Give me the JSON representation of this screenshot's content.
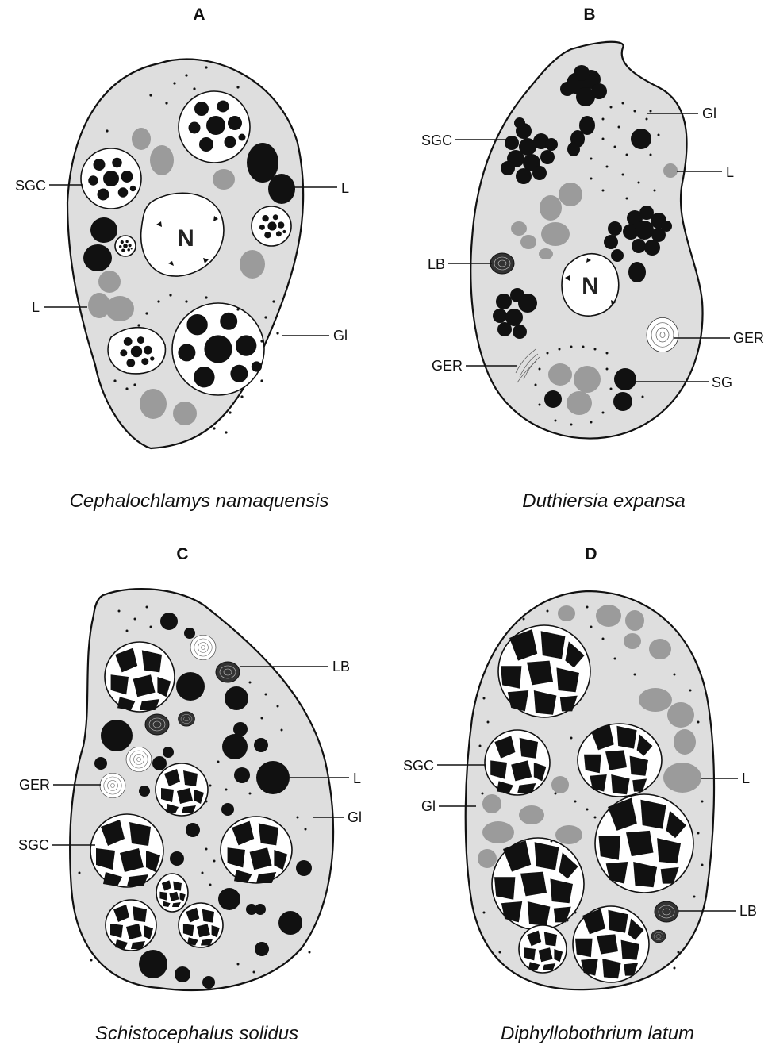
{
  "panels": [
    {
      "letter": "A",
      "species": "Cephalochlamys namaquensis",
      "nucleus_label": "N",
      "labels": {
        "sgc": "SGC",
        "l_right": "L",
        "l_left": "L",
        "gl": "Gl"
      }
    },
    {
      "letter": "B",
      "species": "Duthiersia expansa",
      "nucleus_label": "N",
      "labels": {
        "gl": "Gl",
        "sgc": "SGC",
        "l": "L",
        "lb": "LB",
        "ger_right": "GER",
        "ger_left": "GER",
        "sg": "SG"
      }
    },
    {
      "letter": "C",
      "species": "Schistocephalus solidus",
      "labels": {
        "lb": "LB",
        "ger": "GER",
        "l": "L",
        "gl": "Gl",
        "sgc": "SGC"
      }
    },
    {
      "letter": "D",
      "species": "Diphyllobothrium latum",
      "labels": {
        "sgc": "SGC",
        "l": "L",
        "gl": "Gl",
        "lb": "LB"
      }
    }
  ],
  "colors": {
    "cytoplasm": "#dedede",
    "lipid": "#9b9b9b",
    "granule_dark": "#111111",
    "outline": "#111111"
  }
}
